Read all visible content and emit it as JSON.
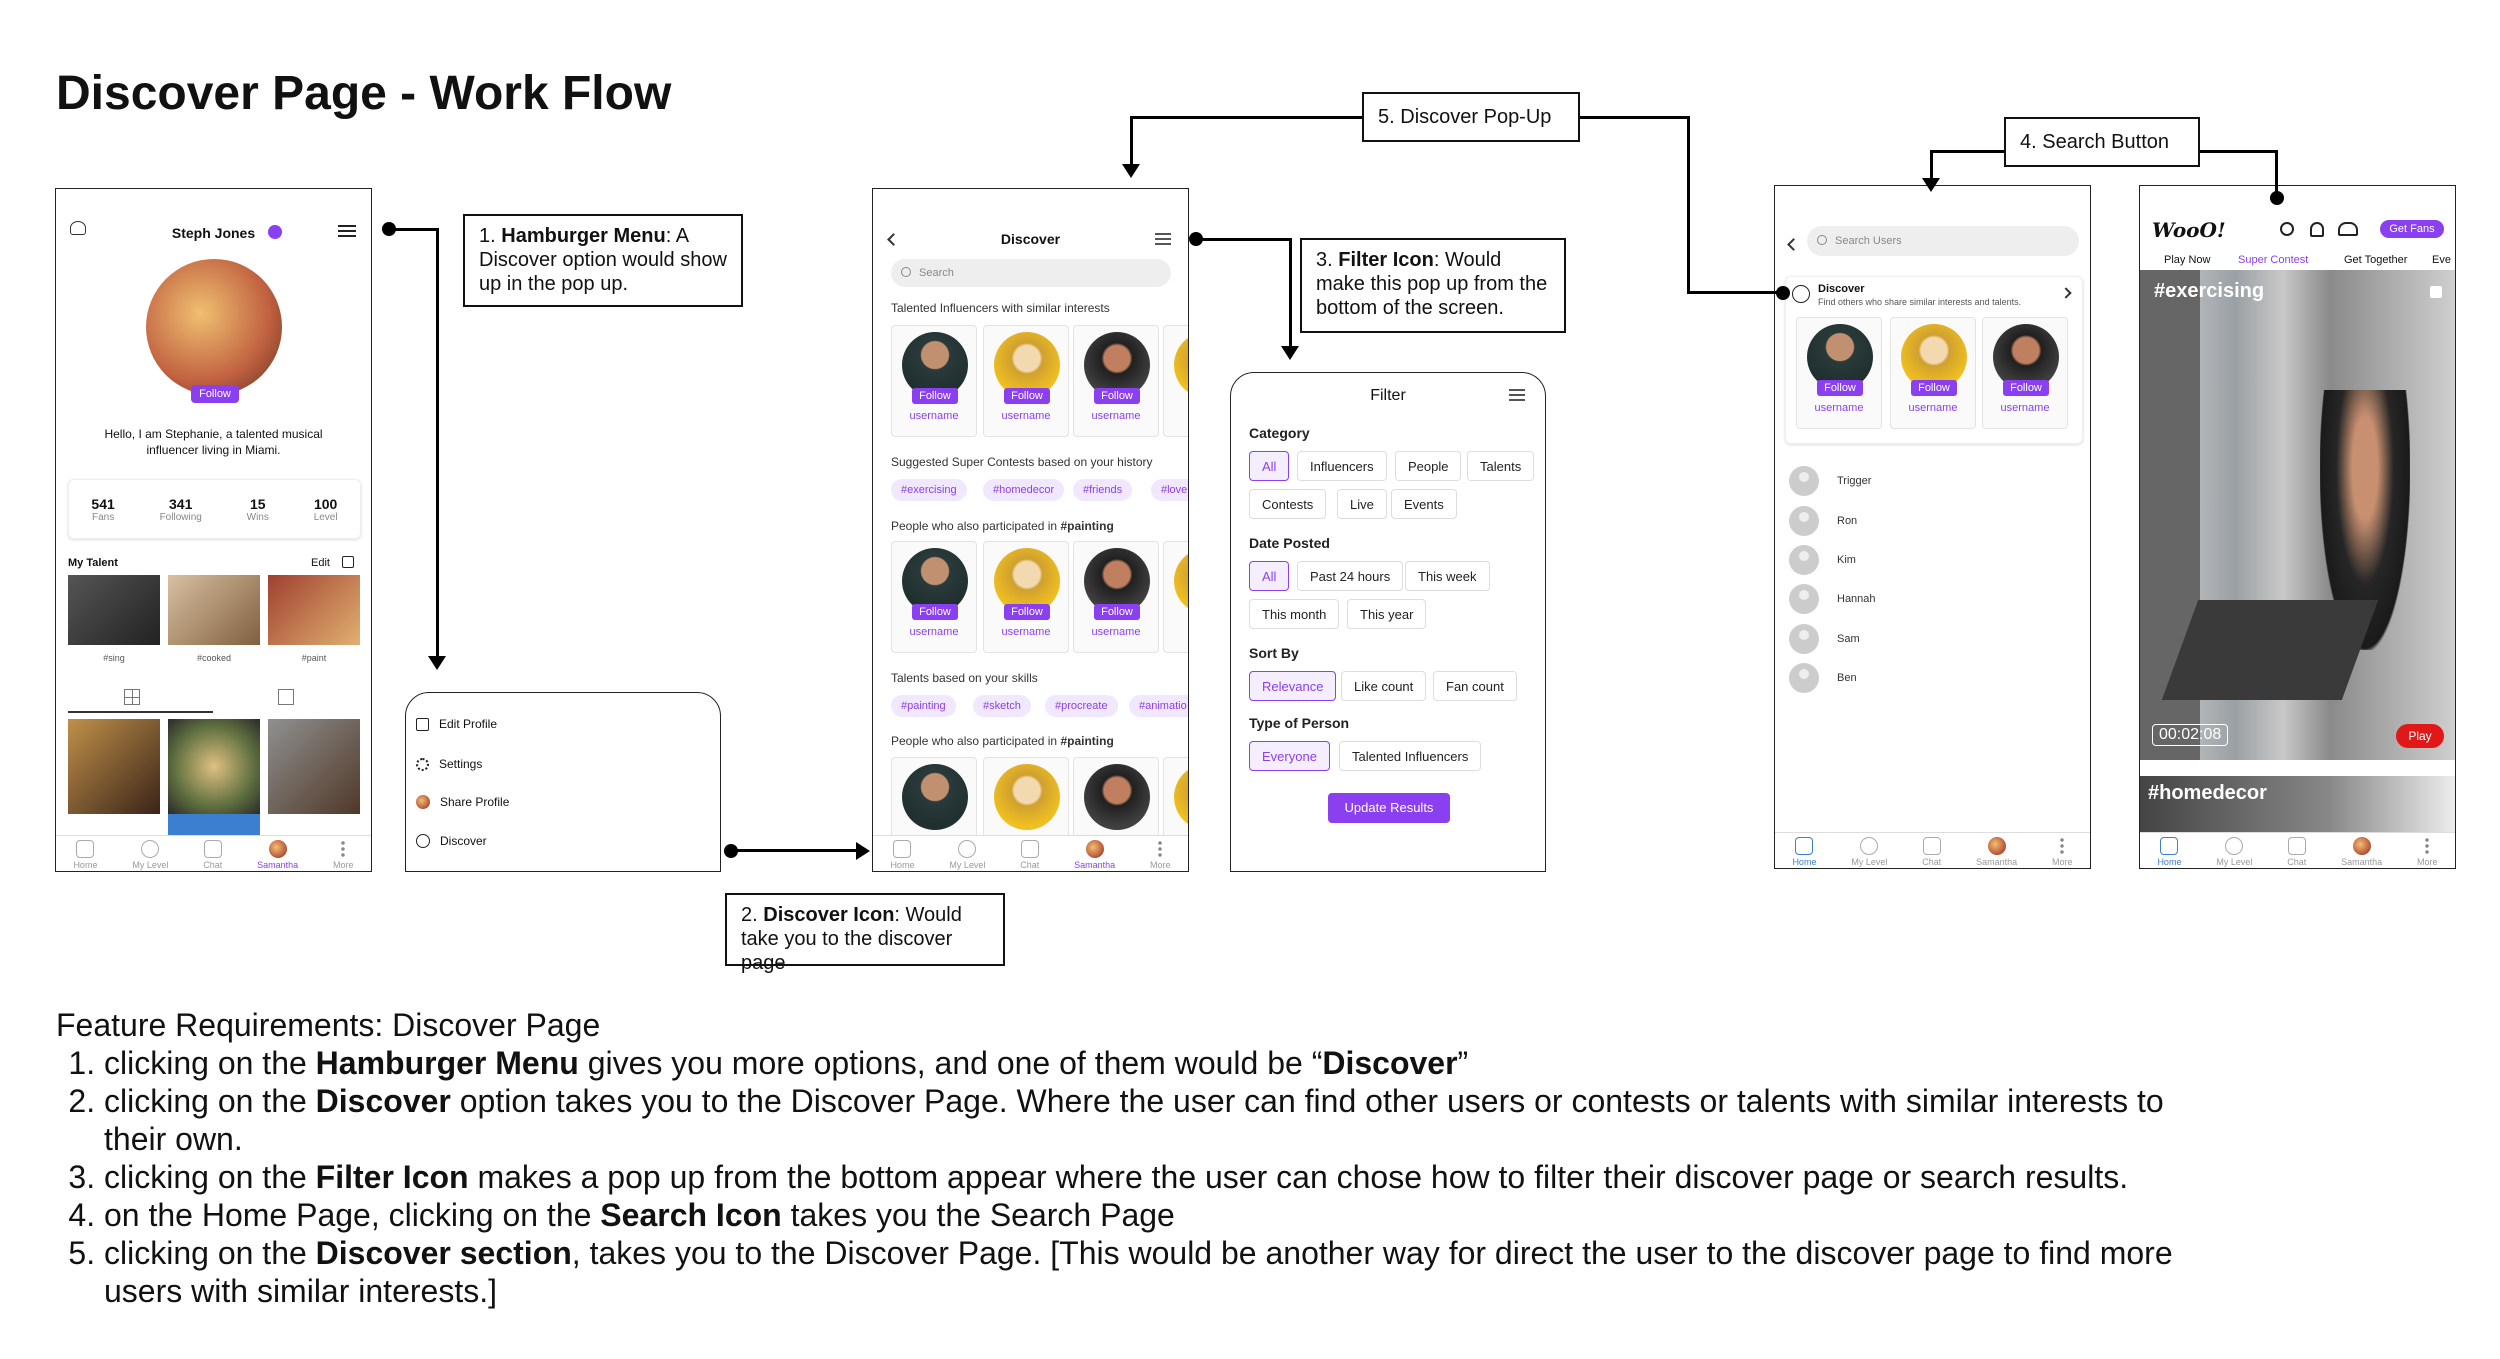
{
  "title": "Discover Page - Work Flow",
  "callouts": {
    "c1": {
      "num": "1.",
      "bold": "Hamburger Menu",
      "text": ": A Discover option would show up in the pop up."
    },
    "c2": {
      "num": "2.",
      "bold": "Discover Icon",
      "text": ": Would take you to the discover page"
    },
    "c3": {
      "num": "3.",
      "bold": "Filter Icon",
      "text": ": Would make this pop up from the bottom of the screen."
    },
    "c4": {
      "num": "4.",
      "text": "Search Button"
    },
    "c5": {
      "num": "5.",
      "text": "Discover Pop-Up"
    }
  },
  "profile": {
    "name": "Steph Jones",
    "follow": "Follow",
    "bio": "Hello, I am Stephanie, a talented musical influencer living in Miami.",
    "stats": [
      {
        "value": "541",
        "label": "Fans"
      },
      {
        "value": "341",
        "label": "Following"
      },
      {
        "value": "15",
        "label": "Wins"
      },
      {
        "value": "100",
        "label": "Level"
      }
    ],
    "my_talent": "My Talent",
    "edit": "Edit",
    "talents": [
      "#sing",
      "#cooked",
      "#paint"
    ]
  },
  "nav": [
    "Home",
    "My Level",
    "Chat",
    "Samantha",
    "More"
  ],
  "menu": {
    "items": [
      "Edit Profile",
      "Settings",
      "Share Profile",
      "Discover"
    ]
  },
  "discover": {
    "title": "Discover",
    "search_placeholder": "Search",
    "sec1": "Talented Influencers with similar interests",
    "sec2": "Suggested Super Contests based on your history",
    "tags2": [
      "#exercising",
      "#homedecor",
      "#friends",
      "#love"
    ],
    "sec3": "People who also participated in",
    "sec3_tag": "#painting",
    "sec4": "Talents based on your skills",
    "tags4": [
      "#painting",
      "#sketch",
      "#procreate",
      "#animatio"
    ],
    "sec5": "People who also participated in",
    "sec5_tag": "#painting",
    "username": "username",
    "follow": "Follow"
  },
  "filter": {
    "title": "Filter",
    "category": "Category",
    "category_opts": [
      "All",
      "Influencers",
      "People",
      "Talents",
      "Contests",
      "Live",
      "Events"
    ],
    "date": "Date Posted",
    "date_opts": [
      "All",
      "Past 24 hours",
      "This week",
      "This month",
      "This year"
    ],
    "sort": "Sort By",
    "sort_opts": [
      "Relevance",
      "Like count",
      "Fan count"
    ],
    "type": "Type of Person",
    "type_opts": [
      "Everyone",
      "Talented Influencers"
    ],
    "update": "Update Results"
  },
  "search": {
    "placeholder": "Search Users",
    "discover": "Discover",
    "discover_sub": "Find others who share similar interests and talents.",
    "users": [
      "Trigger",
      "Ron",
      "Kim",
      "Hannah",
      "Sam",
      "Ben"
    ]
  },
  "home": {
    "logo": "WooO!",
    "get_fans": "Get Fans",
    "tabs": [
      "Play Now",
      "Super Contest",
      "Get Together",
      "Eve"
    ],
    "tag1": "#exercising",
    "time": "00:02:08",
    "play": "Play",
    "tag2": "#homedecor"
  },
  "requirements": {
    "heading": "Feature Requirements: Discover Page",
    "items": [
      {
        "pre": "clicking on the ",
        "b": "Hamburger Menu",
        "post": " gives you more options, and one of them would be “",
        "b2": "Discover",
        "post2": "”"
      },
      {
        "pre": "clicking on the ",
        "b": "Discover",
        "post": " option takes you to the Discover Page. Where the user can find other users or contests or talents with similar interests to their own.",
        "b2": "",
        "post2": ""
      },
      {
        "pre": "clicking on the ",
        "b": "Filter Icon",
        "post": " makes a pop up from the bottom appear where the user can chose how to filter their discover page or search results.",
        "b2": "",
        "post2": ""
      },
      {
        "pre": "on the Home Page, clicking on the ",
        "b": "Search Icon",
        "post": " takes you the Search Page",
        "b2": "",
        "post2": ""
      },
      {
        "pre": "clicking on the ",
        "b": "Discover section",
        "post": ", takes you to the Discover Page. [This would be another way for direct the user to the discover page to find more users with similar interests.]",
        "b2": "",
        "post2": ""
      }
    ]
  }
}
